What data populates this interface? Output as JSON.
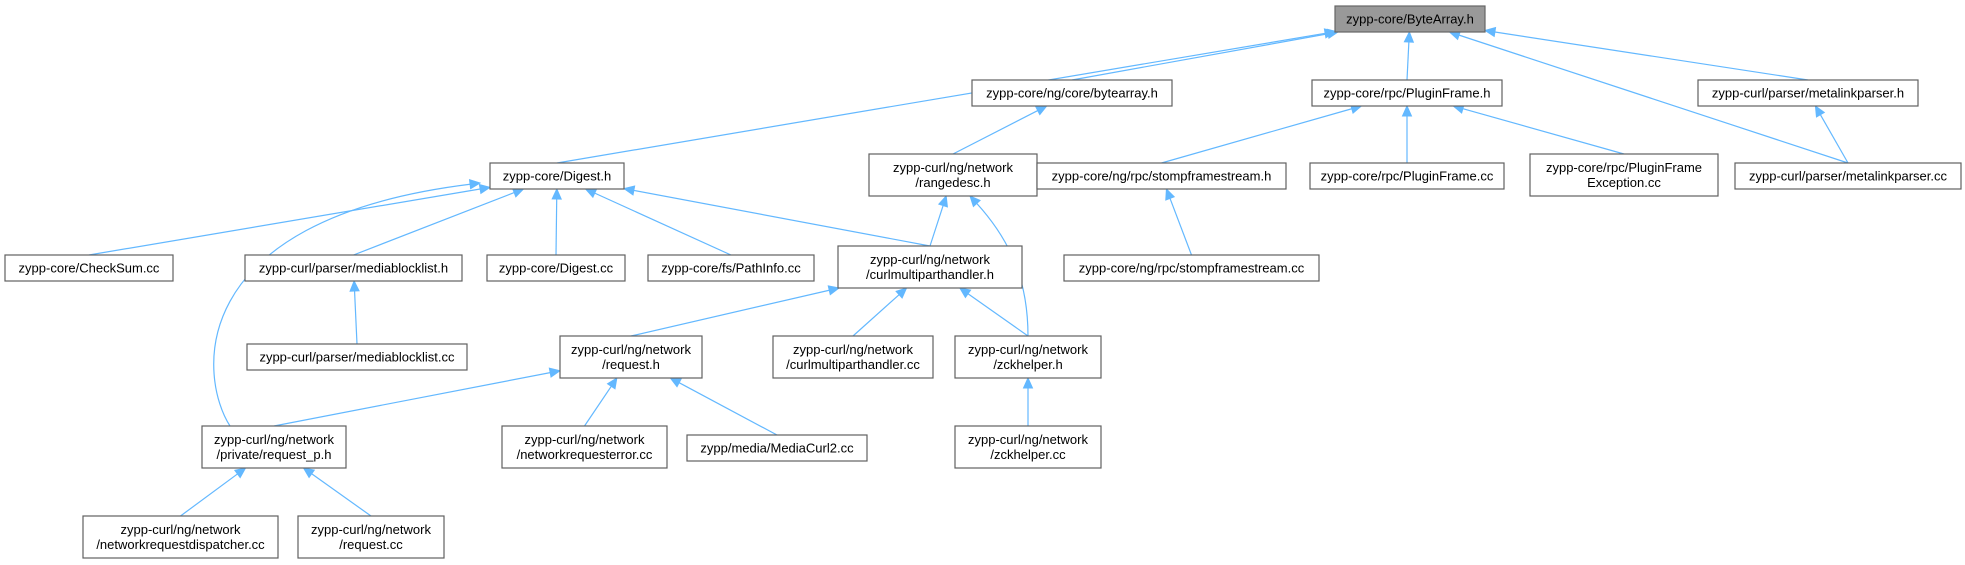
{
  "diagram": {
    "type": "include-dependency-graph",
    "nodes": [
      {
        "id": "bytearray_h",
        "lines": [
          "zypp-core/ByteArray.h"
        ],
        "root": true
      },
      {
        "id": "ng_core_bytearray_h",
        "lines": [
          "zypp-core/ng/core/bytearray.h"
        ]
      },
      {
        "id": "rpc_pluginframe_h",
        "lines": [
          "zypp-core/rpc/PluginFrame.h"
        ]
      },
      {
        "id": "metalinkparser_h",
        "lines": [
          "zypp-curl/parser/metalinkparser.h"
        ]
      },
      {
        "id": "digest_h",
        "lines": [
          "zypp-core/Digest.h"
        ]
      },
      {
        "id": "rangedesc_h",
        "lines": [
          "zypp-curl/ng/network",
          "/rangedesc.h"
        ]
      },
      {
        "id": "stompframestream_h",
        "lines": [
          "zypp-core/ng/rpc/stompframestream.h"
        ]
      },
      {
        "id": "pluginframe_cc",
        "lines": [
          "zypp-core/rpc/PluginFrame.cc"
        ]
      },
      {
        "id": "pluginframeexception_cc",
        "lines": [
          "zypp-core/rpc/PluginFrame",
          "Exception.cc"
        ]
      },
      {
        "id": "metalinkparser_cc",
        "lines": [
          "zypp-curl/parser/metalinkparser.cc"
        ]
      },
      {
        "id": "checksum_cc",
        "lines": [
          "zypp-core/CheckSum.cc"
        ]
      },
      {
        "id": "mediablocklist_h",
        "lines": [
          "zypp-curl/parser/mediablocklist.h"
        ]
      },
      {
        "id": "digest_cc",
        "lines": [
          "zypp-core/Digest.cc"
        ]
      },
      {
        "id": "pathinfo_cc",
        "lines": [
          "zypp-core/fs/PathInfo.cc"
        ]
      },
      {
        "id": "curlmultiparthandler_h",
        "lines": [
          "zypp-curl/ng/network",
          "/curlmultiparthandler.h"
        ]
      },
      {
        "id": "stompframestream_cc",
        "lines": [
          "zypp-core/ng/rpc/stompframestream.cc"
        ]
      },
      {
        "id": "mediablocklist_cc",
        "lines": [
          "zypp-curl/parser/mediablocklist.cc"
        ]
      },
      {
        "id": "request_h",
        "lines": [
          "zypp-curl/ng/network",
          "/request.h"
        ]
      },
      {
        "id": "curlmultiparthandler_cc",
        "lines": [
          "zypp-curl/ng/network",
          "/curlmultiparthandler.cc"
        ]
      },
      {
        "id": "zckhelper_h",
        "lines": [
          "zypp-curl/ng/network",
          "/zckhelper.h"
        ]
      },
      {
        "id": "request_p_h",
        "lines": [
          "zypp-curl/ng/network",
          "/private/request_p.h"
        ]
      },
      {
        "id": "networkrequesterror_cc",
        "lines": [
          "zypp-curl/ng/network",
          "/networkrequesterror.cc"
        ]
      },
      {
        "id": "mediacurl2_cc",
        "lines": [
          "zypp/media/MediaCurl2.cc"
        ]
      },
      {
        "id": "zckhelper_cc",
        "lines": [
          "zypp-curl/ng/network",
          "/zckhelper.cc"
        ]
      },
      {
        "id": "networkrequestdispatcher_cc",
        "lines": [
          "zypp-curl/ng/network",
          "/networkrequestdispatcher.cc"
        ]
      },
      {
        "id": "request_cc",
        "lines": [
          "zypp-curl/ng/network",
          "/request.cc"
        ]
      }
    ],
    "edges": [
      {
        "from": "ng_core_bytearray_h",
        "to": "bytearray_h"
      },
      {
        "from": "rpc_pluginframe_h",
        "to": "bytearray_h"
      },
      {
        "from": "metalinkparser_h",
        "to": "bytearray_h"
      },
      {
        "from": "digest_h",
        "to": "bytearray_h"
      },
      {
        "from": "metalinkparser_cc",
        "to": "bytearray_h"
      },
      {
        "from": "metalinkparser_cc",
        "to": "metalinkparser_h"
      },
      {
        "from": "rangedesc_h",
        "to": "ng_core_bytearray_h"
      },
      {
        "from": "stompframestream_h",
        "to": "rpc_pluginframe_h"
      },
      {
        "from": "pluginframe_cc",
        "to": "rpc_pluginframe_h"
      },
      {
        "from": "pluginframeexception_cc",
        "to": "rpc_pluginframe_h"
      },
      {
        "from": "stompframestream_cc",
        "to": "stompframestream_h"
      },
      {
        "from": "checksum_cc",
        "to": "digest_h"
      },
      {
        "from": "mediablocklist_h",
        "to": "digest_h"
      },
      {
        "from": "digest_cc",
        "to": "digest_h"
      },
      {
        "from": "pathinfo_cc",
        "to": "digest_h"
      },
      {
        "from": "curlmultiparthandler_h",
        "to": "digest_h"
      },
      {
        "from": "request_p_h",
        "to": "digest_h"
      },
      {
        "from": "mediablocklist_cc",
        "to": "mediablocklist_h"
      },
      {
        "from": "curlmultiparthandler_h",
        "to": "rangedesc_h"
      },
      {
        "from": "zckhelper_h",
        "to": "rangedesc_h"
      },
      {
        "from": "request_h",
        "to": "curlmultiparthandler_h"
      },
      {
        "from": "curlmultiparthandler_cc",
        "to": "curlmultiparthandler_h"
      },
      {
        "from": "zckhelper_h",
        "to": "curlmultiparthandler_h"
      },
      {
        "from": "zckhelper_cc",
        "to": "zckhelper_h"
      },
      {
        "from": "request_p_h",
        "to": "request_h"
      },
      {
        "from": "networkrequesterror_cc",
        "to": "request_h"
      },
      {
        "from": "mediacurl2_cc",
        "to": "request_h"
      },
      {
        "from": "networkrequestdispatcher_cc",
        "to": "request_p_h"
      },
      {
        "from": "request_cc",
        "to": "request_p_h"
      }
    ]
  },
  "colors": {
    "edge": "#63b8ff",
    "node_border": "#606060",
    "root_fill": "#999999",
    "node_fill": "#ffffff"
  }
}
